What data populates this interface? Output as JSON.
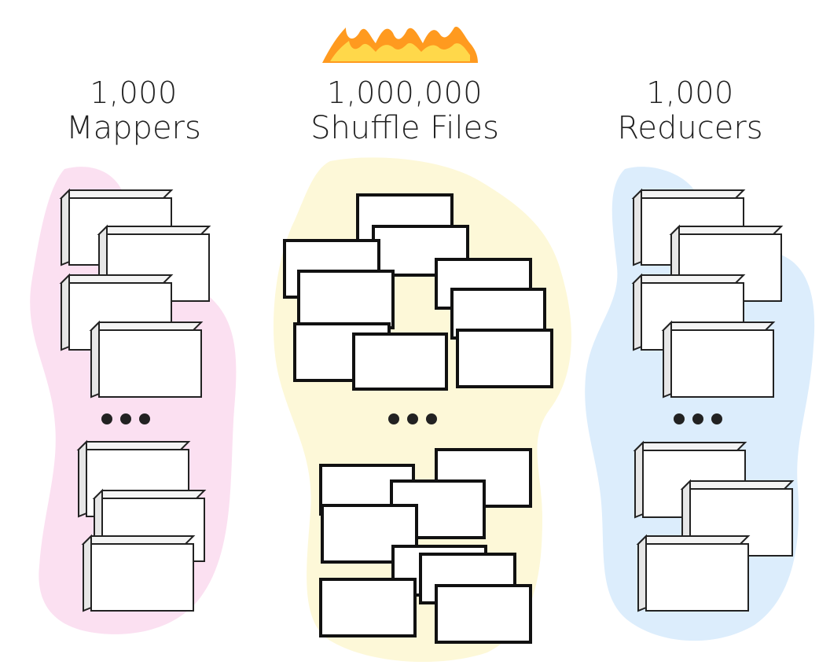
{
  "columns": [
    {
      "count": "1,000",
      "name": "Mappers",
      "color": "#fbe0f1"
    },
    {
      "count": "1,000,000",
      "name": "Shuffle Files",
      "color": "#fdf8d8"
    },
    {
      "count": "1,000",
      "name": "Reducers",
      "color": "#dcedfc"
    }
  ],
  "flame_colors": {
    "outer": "#ff9a1f",
    "inner": "#ffd84a"
  },
  "icons": {
    "flame": "flame-icon",
    "box": "server-box-icon",
    "file": "shuffle-file-icon",
    "ellipsis": "ellipsis-dots-icon"
  }
}
